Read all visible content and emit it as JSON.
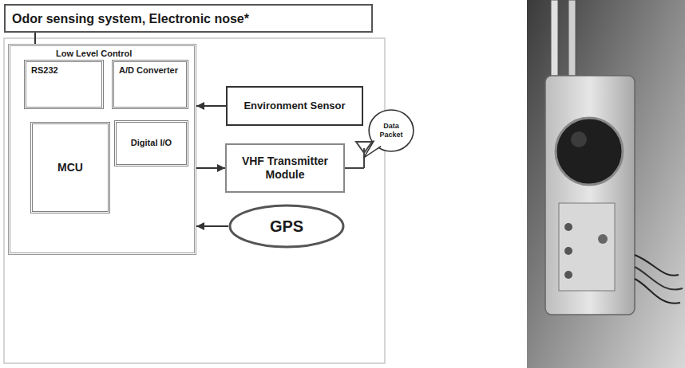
{
  "diagram": {
    "nodes": [
      {
        "text": [
          "Odor sensing system, Electronic nose*"
        ]
      },
      {
        "text": [
          "Low Level Control"
        ]
      },
      {
        "text": [
          "RS232"
        ],
        "in": 1
      },
      {
        "text": [
          "A/D Converter"
        ],
        "in": 1
      },
      {
        "text": [
          "MCU"
        ],
        "in": 1
      },
      {
        "text": [
          "Digital I/O"
        ],
        "in": 1
      },
      {
        "text": [
          "Environment Sensor"
        ]
      },
      {
        "text": [
          "VHF Transmitter Module"
        ]
      },
      {
        "text": [
          "Data Packet"
        ]
      },
      {
        "text": [
          "GPS"
        ]
      }
    ],
    "edges": [
      {
        "from": 0,
        "to": 2,
        "arrow": "to"
      },
      {
        "from": 2,
        "to": 4,
        "arrow": "none"
      },
      {
        "from": 3,
        "to": 5,
        "arrow": "none"
      },
      {
        "from": 6,
        "to": 1,
        "arrow": "to"
      },
      {
        "from": 1,
        "to": 7,
        "arrow": "to"
      },
      {
        "from": 9,
        "to": 1,
        "arrow": "to"
      }
    ]
  }
}
